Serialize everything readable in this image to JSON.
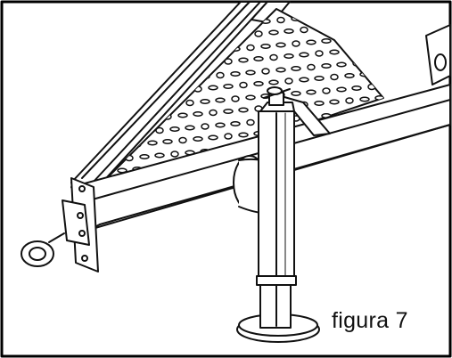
{
  "figure": {
    "caption": "figura 7",
    "colors": {
      "line": "#111111",
      "frame": "#000000",
      "paper": "#ffffff",
      "shade": "#d9d9d9"
    },
    "icons": [
      "trailer-drawbar-drawing",
      "jockey-wheel-stand-drawing",
      "tow-eye-coupling-drawing"
    ]
  }
}
